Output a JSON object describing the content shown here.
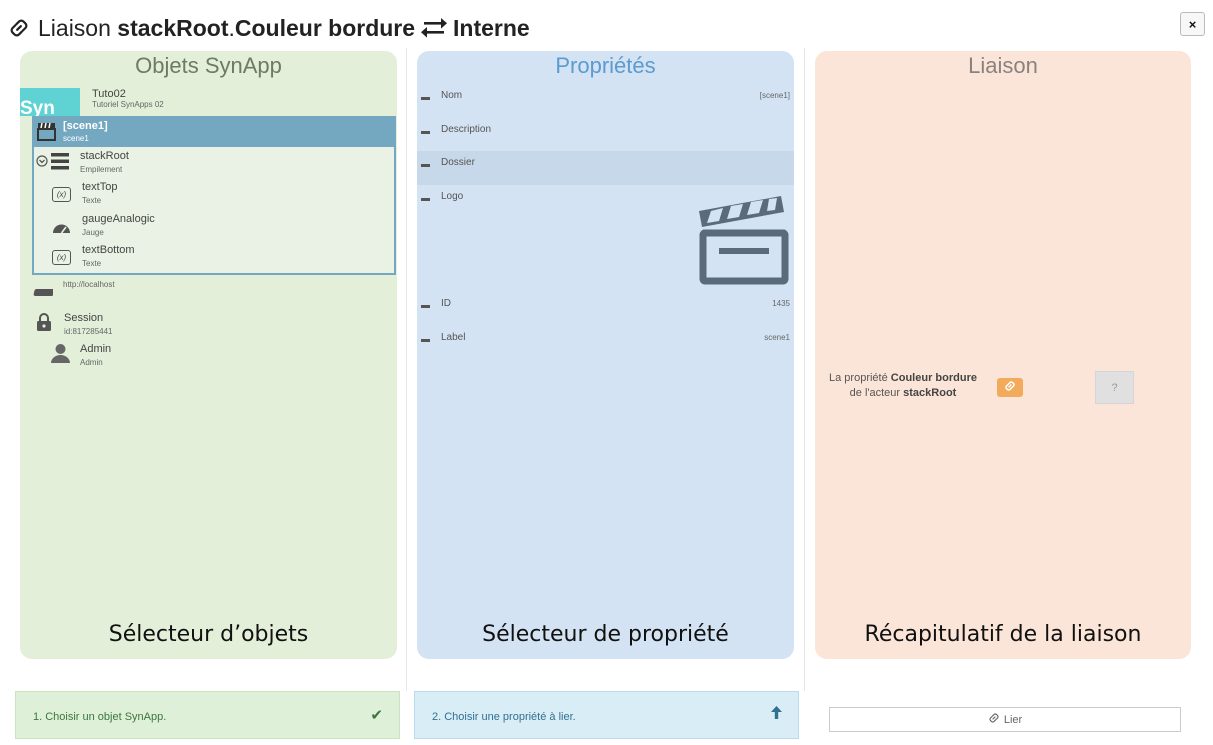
{
  "header": {
    "prefix": "Liaison",
    "target": "stackRoot",
    "separator": ".",
    "property": "Couleur bordure",
    "mode": "Interne",
    "close_label": "×"
  },
  "objects_panel": {
    "title": "Objets SynApp",
    "caption": "Sélecteur d’objets",
    "app_badge": "Syn",
    "app": {
      "title": "Tuto02",
      "subtitle": "Tutoriel SynApps 02"
    },
    "scene": {
      "title": "[scene1]",
      "subtitle": "scene1"
    },
    "children": [
      {
        "title": "stackRoot",
        "subtitle": "Empilement",
        "icon": "stack-icon"
      },
      {
        "title": "textTop",
        "subtitle": "Texte",
        "icon": "variable-icon"
      },
      {
        "title": "gaugeAnalogic",
        "subtitle": "Jauge",
        "icon": "gauge-icon"
      },
      {
        "title": "textBottom",
        "subtitle": "Texte",
        "icon": "variable-icon"
      }
    ],
    "variable_glyph": "(x)",
    "server": "http://localhost",
    "session": {
      "title": "Session",
      "subtitle": "id:817285441"
    },
    "user": {
      "title": "Admin",
      "subtitle": "Admin"
    }
  },
  "properties_panel": {
    "title": "Propriétés",
    "caption": "Sélecteur de propriété",
    "rows": [
      {
        "label": "Nom",
        "value": "[scene1]"
      },
      {
        "label": "Description",
        "value": ""
      },
      {
        "label": "Dossier",
        "value": ""
      },
      {
        "label": "Logo",
        "value": ""
      },
      {
        "label": "ID",
        "value": "1435"
      },
      {
        "label": "Label",
        "value": "scene1"
      }
    ]
  },
  "liaison_panel": {
    "title": "Liaison",
    "caption": "Récapitulatif de la liaison",
    "summary_prefix": "La propriété",
    "summary_property": "Couleur bordure",
    "summary_mid": "de l'acteur",
    "summary_actor": "stackRoot",
    "unknown": "?"
  },
  "steps": {
    "step1": "1. Choisir un objet SynApp.",
    "step1_icon": "✔",
    "step2": "2. Choisir une propriété à lier.",
    "step2_icon": "🡑",
    "lier_label": "Lier"
  },
  "colors": {
    "objects_bg": "#e3efd9",
    "properties_bg": "#d4e3f3",
    "liaison_bg": "#fbe5d8",
    "selection": "#74a8c0",
    "link_badge": "#f2aa5b"
  }
}
